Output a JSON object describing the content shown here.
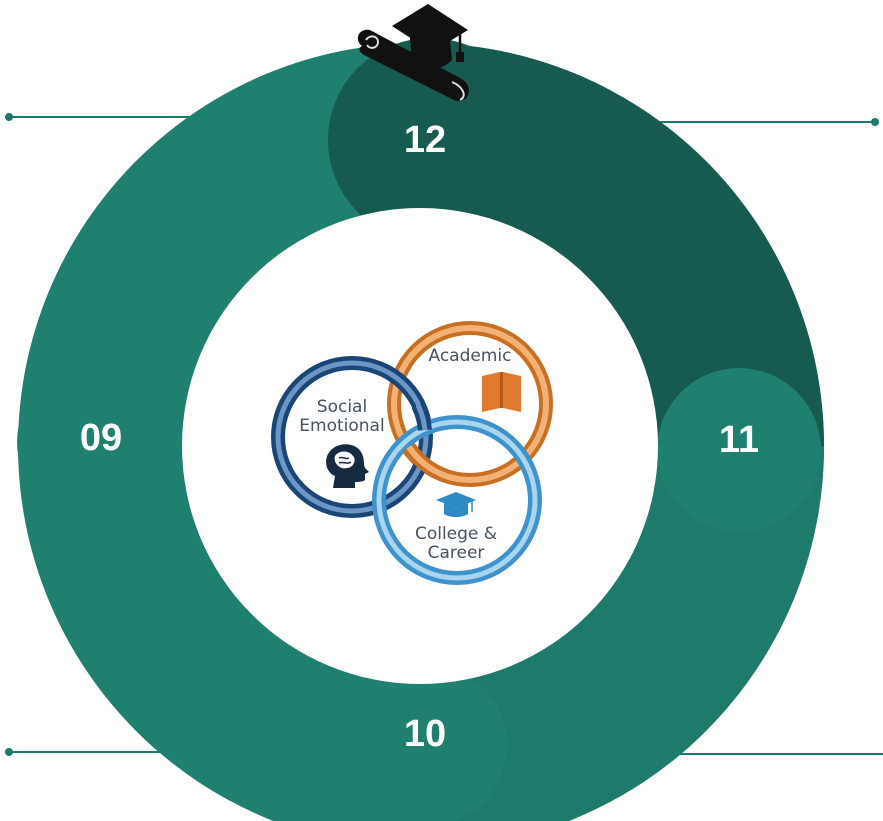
{
  "grades": {
    "nine": "09",
    "ten": "10",
    "eleven": "11",
    "twelve": "12"
  },
  "venn": {
    "social": {
      "line1": "Social",
      "line2": "Emotional",
      "color": "#1f4f83"
    },
    "academic": {
      "line1": "Academic",
      "color": "#e08a3c"
    },
    "college": {
      "line1": "College &",
      "line2": "Career",
      "color": "#4aa2d8"
    }
  },
  "colors": {
    "ring_light": "#1f8070",
    "ring_dark": "#175a50",
    "connector": "#1a7a6c"
  },
  "icons": [
    "graduation-cap-diploma-icon",
    "head-brain-icon",
    "open-book-icon",
    "mortarboard-icon"
  ]
}
